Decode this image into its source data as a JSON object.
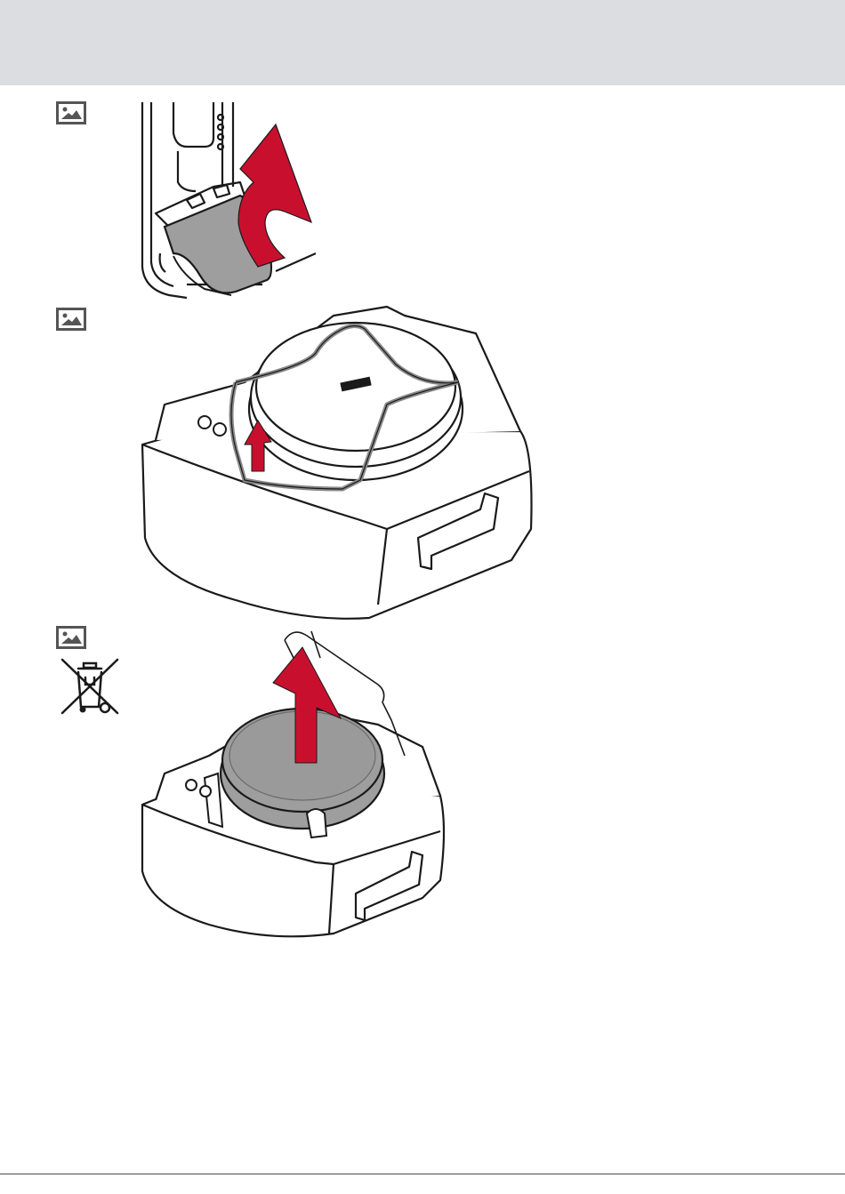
{
  "header": {
    "color": "#dcdde0"
  },
  "steps": [
    {
      "icon": "image-icon",
      "illustration": "remove-battery-cover"
    },
    {
      "icon": "image-icon",
      "illustration": "release-battery-clip"
    },
    {
      "icon": "image-icon",
      "illustration": "remove-coin-battery",
      "extra_icon": "weee-crossed-bin-icon"
    }
  ],
  "colors": {
    "arrow": "#c8102e",
    "outline": "#1a1a1a",
    "battery": "#9e9e9e",
    "icon_frame": "#555555"
  }
}
